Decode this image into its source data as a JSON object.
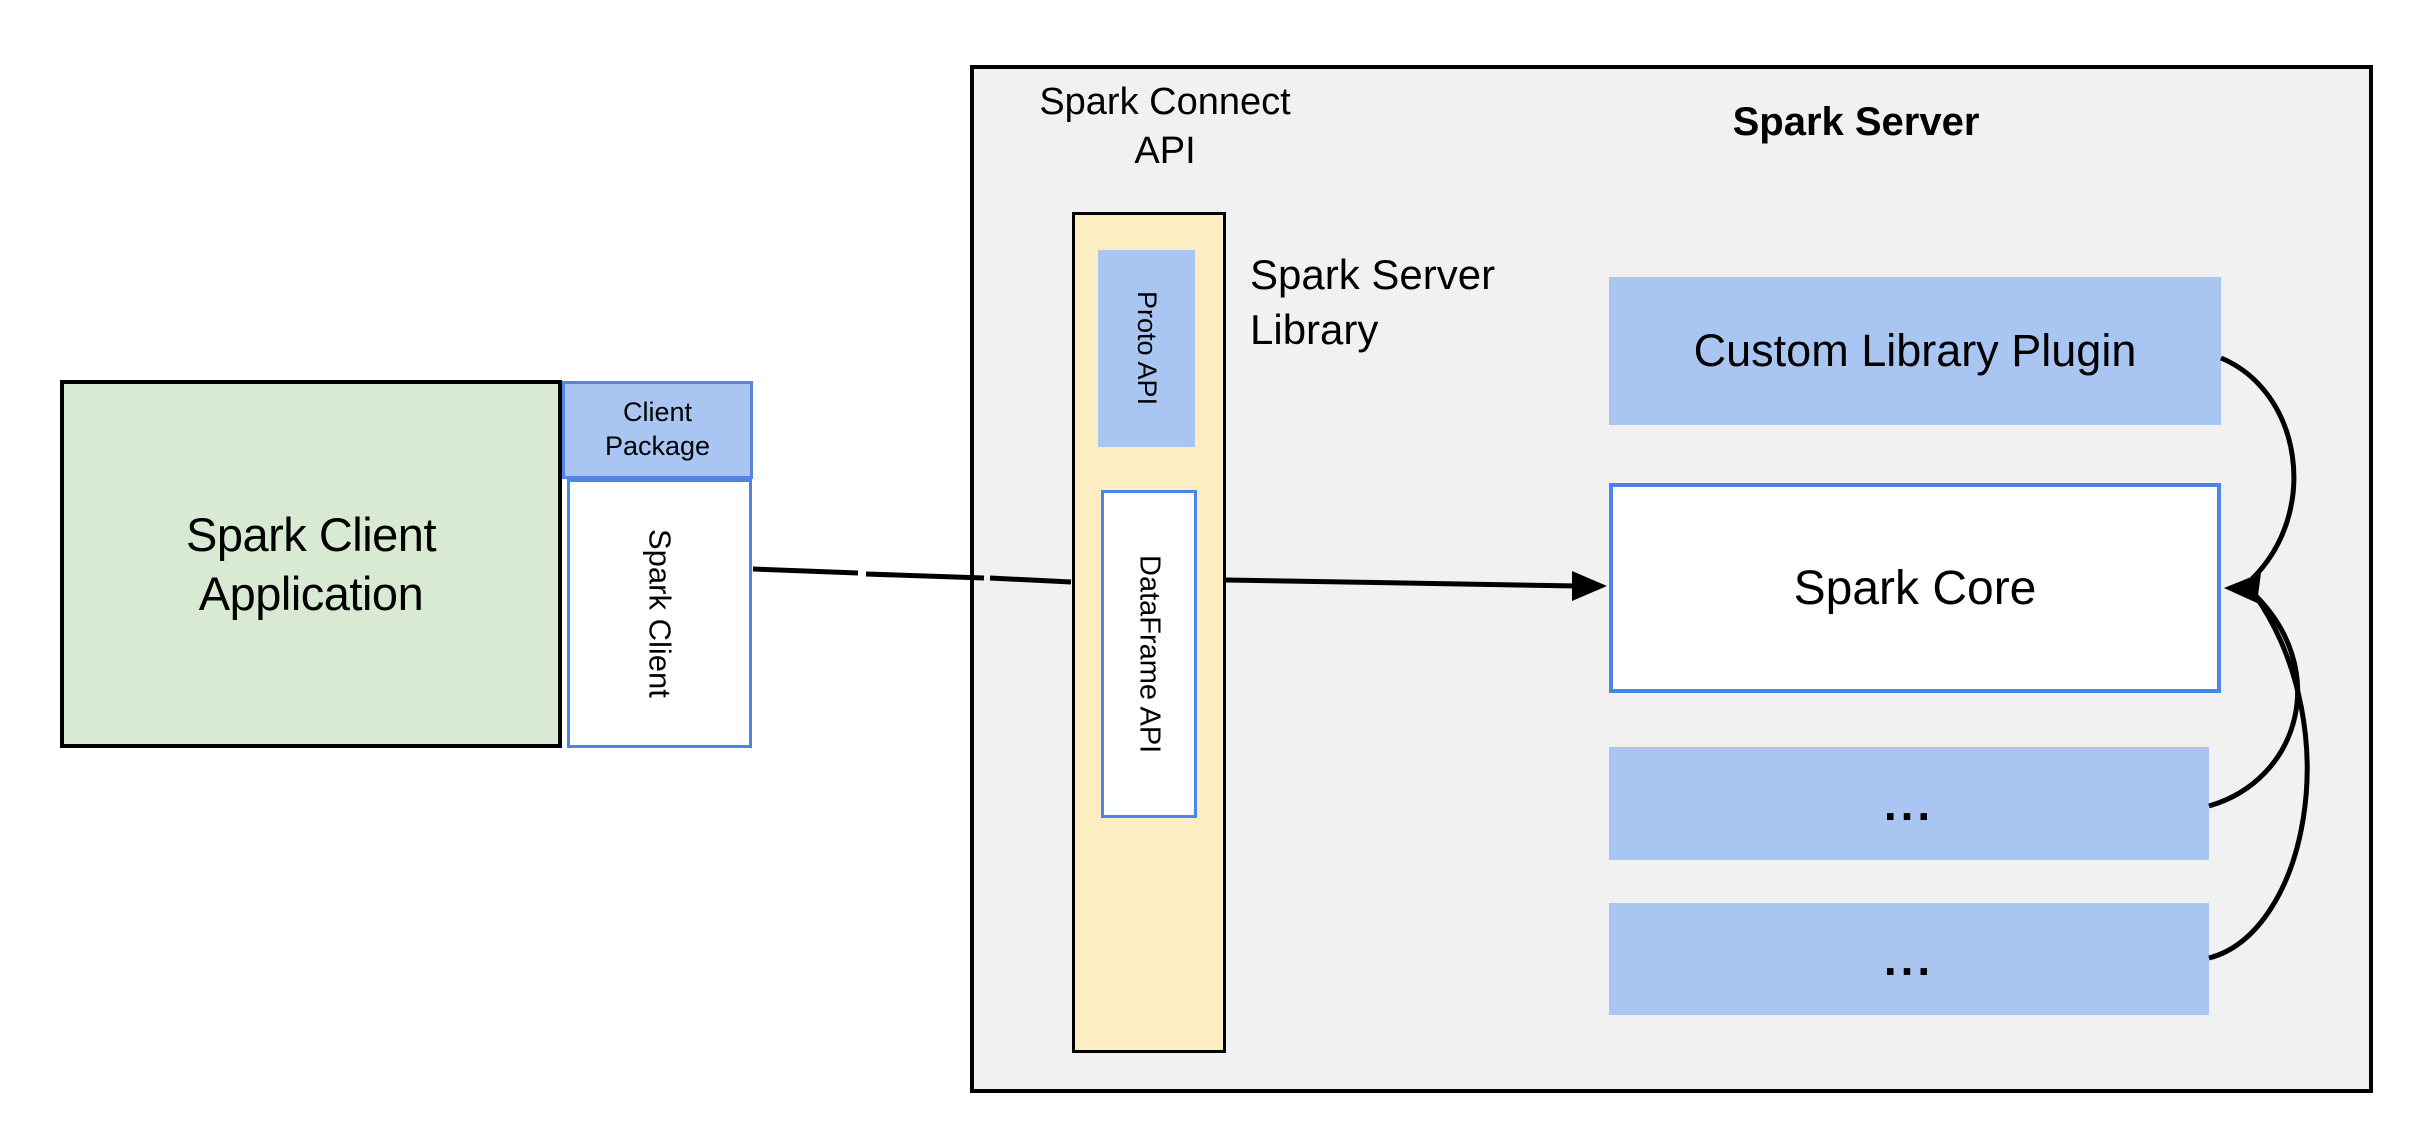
{
  "diagram": {
    "spark_connect_api_label": "Spark Connect API",
    "spark_server_title": "Spark Server",
    "spark_server_library_label": "Spark Server Library",
    "client_application_label": "Spark Client Application",
    "client_package_label": "Client Package",
    "spark_client_label": "Spark Client",
    "proto_api_label": "Proto API",
    "dataframe_api_label": "DataFrame API",
    "custom_library_plugin_label": "Custom Library Plugin",
    "spark_core_label": "Spark Core",
    "plugin_placeholder_1": "...",
    "plugin_placeholder_2": "...",
    "colors": {
      "page_background": "#FFFFFF",
      "server_box_fill": "#F1F1F2",
      "frame_border": "#000000",
      "client_app_fill": "#D9EAD3",
      "blue_fill": "#A9C6F3",
      "blue_border": "#4A86E8",
      "client_package_border": "#5585E0",
      "yellow_fill": "#FCEDC2",
      "connector_color": "#000000"
    }
  }
}
